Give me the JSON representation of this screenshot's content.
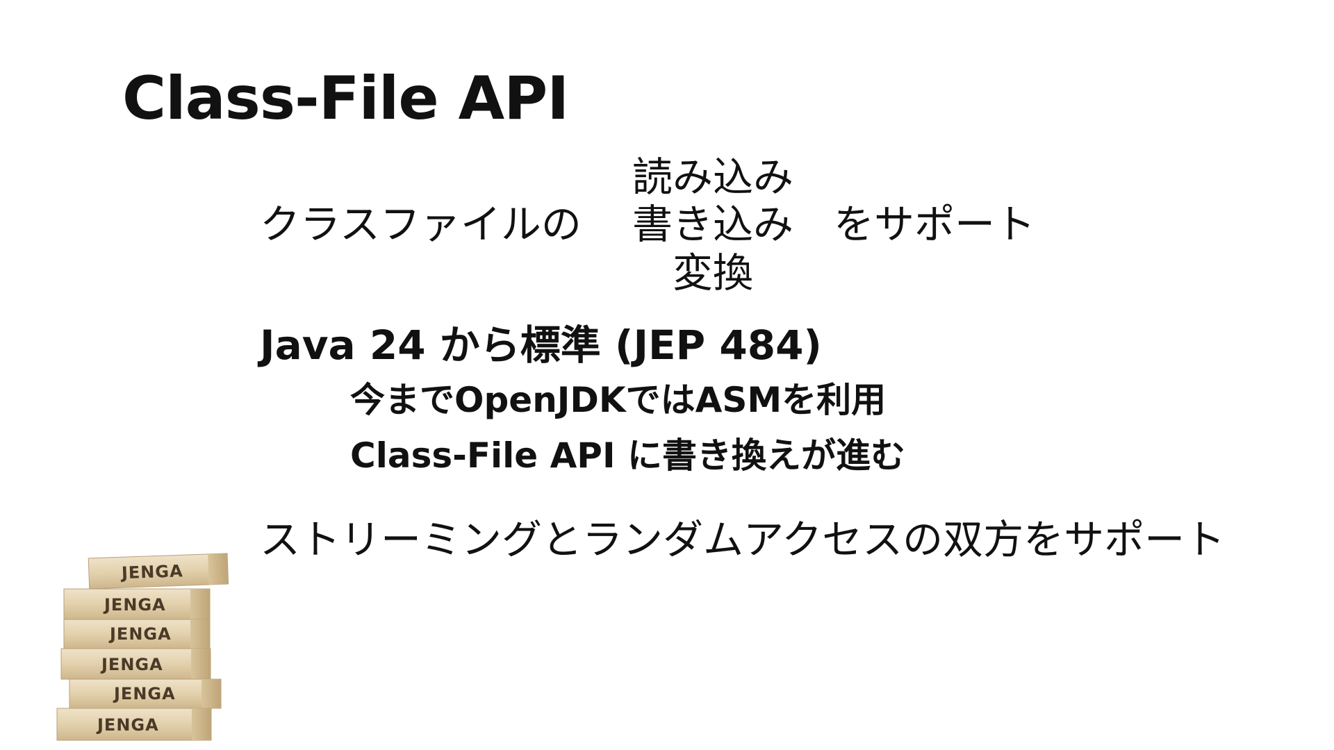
{
  "slide": {
    "title": "Class-File API",
    "support_line": {
      "prefix": "クラスファイルの",
      "options": [
        "読み込み",
        "書き込み",
        "変換"
      ],
      "suffix": "をサポート"
    },
    "java_line": "Java 24 から標準  (JEP 484)",
    "sub_items": [
      "今までOpenJDKではASMを利用",
      "Class-File API に書き換えが進む"
    ],
    "streaming_line": "ストリーミングとランダムアクセスの双方をサポート",
    "jenga_labels": [
      "JENGA",
      "JENGA",
      "JENGA",
      "JENGA",
      "JENGA",
      "JENGA"
    ]
  }
}
